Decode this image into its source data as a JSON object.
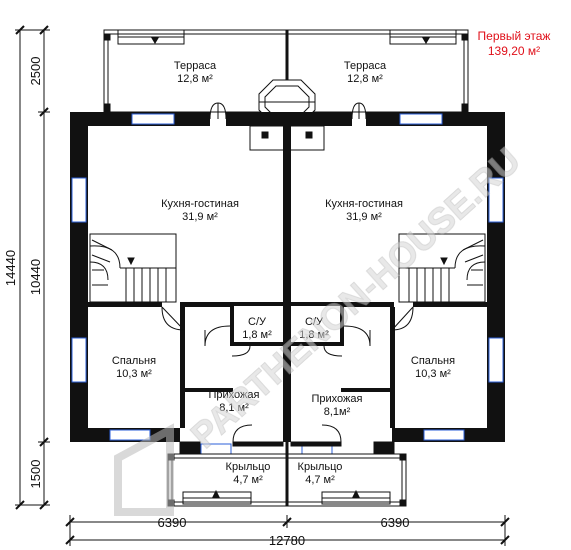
{
  "floor": {
    "title": "Первый этаж",
    "area": "139,20 м²"
  },
  "rooms": {
    "terrace_left": {
      "name": "Терраса",
      "area": "12,8 м²"
    },
    "terrace_right": {
      "name": "Терраса",
      "area": "12,8 м²"
    },
    "kitchen_left": {
      "name": "Кухня-гостиная",
      "area": "31,9 м²"
    },
    "kitchen_right": {
      "name": "Кухня-гостиная",
      "area": "31,9 м²"
    },
    "wc_left": {
      "name": "С/У",
      "area": "1,8 м²"
    },
    "wc_right": {
      "name": "С/У",
      "area": "1,8 м²"
    },
    "bedroom_left": {
      "name": "Спальня",
      "area": "10,3 м²"
    },
    "bedroom_right": {
      "name": "Спальня",
      "area": "10,3 м²"
    },
    "hall_left": {
      "name": "Прихожая",
      "area": "8,1 м²"
    },
    "hall_right": {
      "name": "Прихожая",
      "area": "8,1м²"
    },
    "porch_left": {
      "name": "Крыльцо",
      "area": "4,7 м²"
    },
    "porch_right": {
      "name": "Крыльцо",
      "area": "4,7 м²"
    }
  },
  "dimensions": {
    "total_height": "14440",
    "top": "2500",
    "middle": "10440",
    "bottom": "1500",
    "left_width": "6390",
    "total_width": "12780",
    "right_width": "6390"
  },
  "watermark": "PARTHENON-HOUSE.RU",
  "colors": {
    "wall": "#111111",
    "window": "#2b5fd9",
    "title": "#e0101a"
  }
}
